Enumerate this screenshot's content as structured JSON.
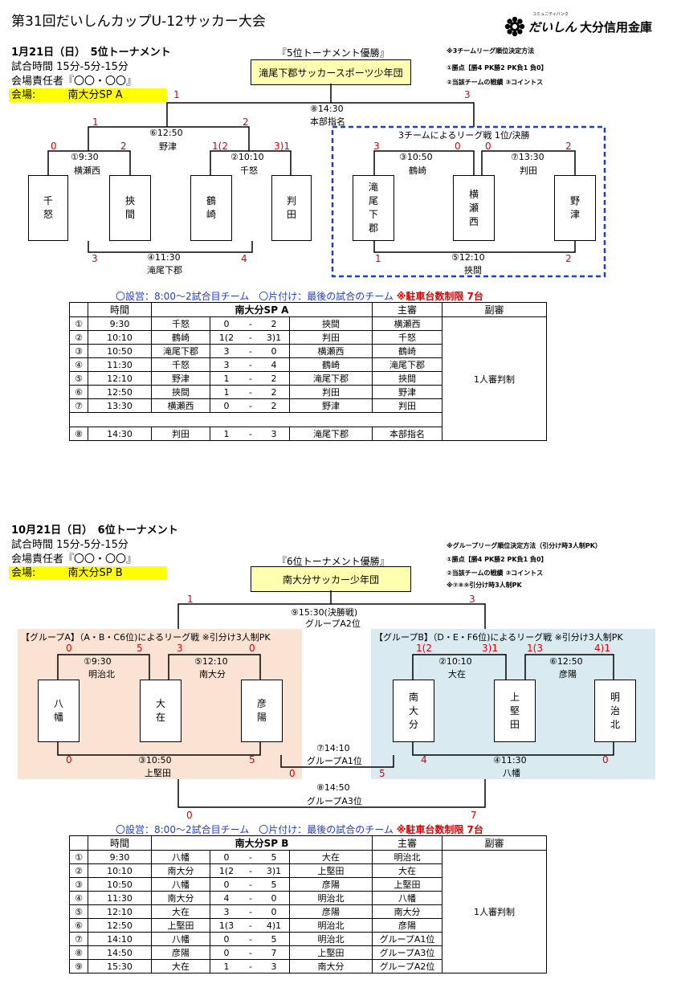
{
  "title": "第31回だいしんカップU-12サッカー大会",
  "logo": {
    "small": "コミュニティバンク",
    "name_a": "だいしん",
    "name_b": "大分信用金庫",
    "icon": "gear-flower-icon"
  },
  "s1": {
    "date": "1月21日（日）　5位トーナメント",
    "time": "試合時間  15分-5分-15分",
    "manager": "会場責任者『〇〇・〇〇』",
    "venue_label": "会場:",
    "venue": "南大分SP A",
    "winner_label": "『5位トーナメント優勝』",
    "winner": "滝尾下郡サッカースポーツ少年団",
    "rules": [
      "※3チームリーグ順位決定方法",
      "①勝点【勝4  PK勝2  PK負1  負0】",
      "②当該チームの戦績 ③コイントス"
    ],
    "final": {
      "time": "⑧14:30",
      "ref": "本部指名",
      "left": "1",
      "right": "3"
    },
    "m6": {
      "time": "⑥12:50",
      "ref": "野津",
      "left": "1",
      "right": "2"
    },
    "m1": {
      "time": "①9:30",
      "ref": "横瀬西",
      "left": "0",
      "right": "2"
    },
    "m2": {
      "time": "②10:10",
      "ref": "千怒",
      "left": "1(2",
      "right": "3)1"
    },
    "m4": {
      "time": "④11:30",
      "ref": "滝尾下郡",
      "left": "3",
      "right": "4"
    },
    "league_title": "3チームによるリーグ戦  1位/決勝",
    "m3": {
      "time": "③10:50",
      "ref": "鶴崎",
      "left": "3",
      "right": "0"
    },
    "m7": {
      "time": "⑦13:30",
      "ref": "判田",
      "left": "0",
      "right": "2"
    },
    "m5": {
      "time": "⑤12:10",
      "ref": "挾間",
      "left": "1",
      "right": "2"
    },
    "teams": [
      "千\n怒",
      "挾\n間",
      "鶴\n崎",
      "判\n田",
      "滝\n尾\n下\n郡",
      "横\n瀬\n西",
      "野\n津"
    ],
    "notice": "〇設営：8:00～2試合目チーム　〇片付け：最後の試合のチーム",
    "notice_red": "※駐車台数制限  7台",
    "headers": [
      "時間",
      "南大分SP A",
      "主審",
      "副審"
    ],
    "sub_ref": "1人審判制",
    "rows": [
      [
        "①",
        "9:30",
        "千怒",
        "0",
        "-",
        "2",
        "挾間",
        "横瀬西"
      ],
      [
        "②",
        "10:10",
        "鶴崎",
        "1(2",
        "-",
        "3)1",
        "判田",
        "千怒"
      ],
      [
        "③",
        "10:50",
        "滝尾下郡",
        "3",
        "-",
        "0",
        "横瀬西",
        "鶴崎"
      ],
      [
        "④",
        "11:30",
        "千怒",
        "3",
        "-",
        "4",
        "鶴崎",
        "滝尾下郡"
      ],
      [
        "⑤",
        "12:10",
        "野津",
        "1",
        "-",
        "2",
        "滝尾下郡",
        "挾間"
      ],
      [
        "⑥",
        "12:50",
        "挾間",
        "1",
        "-",
        "2",
        "判田",
        "野津"
      ],
      [
        "⑦",
        "13:30",
        "横瀬西",
        "0",
        "-",
        "2",
        "野津",
        "判田"
      ],
      [
        "",
        "",
        "",
        "",
        "",
        "",
        "",
        ""
      ],
      [
        "⑧",
        "14:30",
        "判田",
        "1",
        "-",
        "3",
        "滝尾下郡",
        "本部指名"
      ]
    ]
  },
  "s2": {
    "date": "10月21日（日）　6位トーナメント",
    "time": "試合時間  15分-5分-15分",
    "manager": "会場責任者『〇〇・〇〇』",
    "venue_label": "会場:",
    "venue": "南大分SP B",
    "winner_label": "『6位トーナメント優勝』",
    "winner": "南大分サッカー少年団",
    "rules": [
      "※グループリーグ順位決定方法（引分け時3人制PK）",
      "①勝点【勝4  PK勝2  PK負1  負0】",
      "②当該チームの戦績 ③コイントス",
      "※⑦⑧⑨引分け時3人制PK"
    ],
    "final": {
      "time": "⑨15:30(決勝戦)",
      "ref": "グループA2位",
      "left": "1",
      "right": "3"
    },
    "groupA_title": "【グループA】（A・B・C6位)によるリーグ戦  ※引分け3人制PK",
    "groupB_title": "【グループB】（D・E・F6位)によるリーグ戦  ※引分け3人制PK",
    "m1": {
      "time": "①9:30",
      "ref": "明治北",
      "left": "0",
      "right": "5"
    },
    "m5": {
      "time": "⑤12:10",
      "ref": "南大分",
      "left": "3",
      "right": "0"
    },
    "m3": {
      "time": "③10:50",
      "ref": "上堅田",
      "left": "0",
      "right": "5"
    },
    "m2": {
      "time": "②10:10",
      "ref": "大在",
      "left": "1(2",
      "right": "3)1"
    },
    "m6": {
      "time": "⑥12:50",
      "ref": "彦陽",
      "left": "1(3",
      "right": "4)1"
    },
    "m4": {
      "time": "④11:30",
      "ref": "八幡",
      "left": "4",
      "right": "0"
    },
    "m7": {
      "time": "⑦14:10",
      "ref": "グループA1位",
      "left": "0",
      "right": "5"
    },
    "m8": {
      "time": "⑧14:50",
      "ref": "グループA3位",
      "left": "0",
      "right": "7"
    },
    "teams": [
      "八\n幡",
      "大\n在",
      "彦\n陽",
      "南\n大\n分",
      "上\n堅\n田",
      "明\n治\n北"
    ],
    "notice": "〇設営：8:00～2試合目チーム　〇片付け：最後の試合のチーム",
    "notice_red": "※駐車台数制限  7台",
    "headers": [
      "時間",
      "南大分SP B",
      "主審",
      "副審"
    ],
    "sub_ref": "1人審判制",
    "rows": [
      [
        "①",
        "9:30",
        "八幡",
        "0",
        "-",
        "5",
        "大在",
        "明治北"
      ],
      [
        "②",
        "10:10",
        "南大分",
        "1(2",
        "-",
        "3)1",
        "上堅田",
        "大在"
      ],
      [
        "③",
        "10:50",
        "八幡",
        "0",
        "-",
        "5",
        "彦陽",
        "上堅田"
      ],
      [
        "④",
        "11:30",
        "南大分",
        "4",
        "-",
        "0",
        "明治北",
        "八幡"
      ],
      [
        "⑤",
        "12:10",
        "大在",
        "3",
        "-",
        "0",
        "彦陽",
        "南大分"
      ],
      [
        "⑥",
        "12:50",
        "上堅田",
        "1(3",
        "-",
        "4)1",
        "明治北",
        "彦陽"
      ],
      [
        "⑦",
        "14:10",
        "八幡",
        "0",
        "-",
        "5",
        "明治北",
        "グループA1位"
      ],
      [
        "⑧",
        "14:50",
        "彦陽",
        "0",
        "-",
        "7",
        "上堅田",
        "グループA3位"
      ],
      [
        "⑨",
        "15:30",
        "大在",
        "1",
        "-",
        "3",
        "南大分",
        "グループA2位"
      ]
    ]
  },
  "colors": {
    "red": "#e00000",
    "blue": "#1f3dd0",
    "yellow": "#ffff00",
    "groupA": "#fbe3d4",
    "groupB": "#d9eaf1"
  }
}
